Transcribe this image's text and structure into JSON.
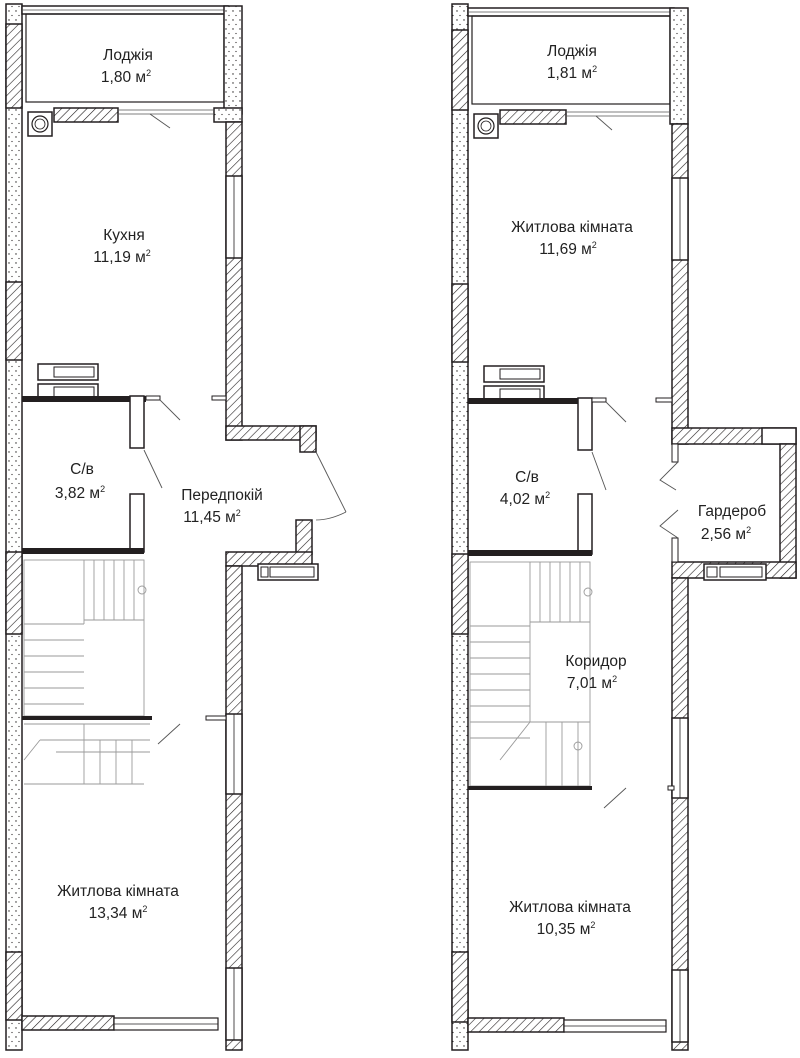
{
  "plan": {
    "colors": {
      "wall": "#231f20",
      "wall_fill": "#ffffff",
      "hatch": "#231f20",
      "thin_line": "#555555",
      "stair_line": "#9a9a9a",
      "text": "#222222"
    },
    "unit_suffix": "м",
    "unit_power": "2",
    "levels": [
      {
        "rooms": [
          {
            "name": "Лоджія",
            "area": "1,80"
          },
          {
            "name": "Кухня",
            "area": "11,19"
          },
          {
            "name": "С/в",
            "area": "3,82"
          },
          {
            "name": "Передпокій",
            "area": "11,45"
          },
          {
            "name": "Житлова кімната",
            "area": "13,34"
          }
        ]
      },
      {
        "rooms": [
          {
            "name": "Лоджія",
            "area": "1,81"
          },
          {
            "name": "Житлова кімната",
            "area": "11,69"
          },
          {
            "name": "С/в",
            "area": "4,02"
          },
          {
            "name": "Гардероб",
            "area": "2,56"
          },
          {
            "name": "Коридор",
            "area": "7,01"
          },
          {
            "name": "Житлова кімната",
            "area": "10,35"
          }
        ]
      }
    ]
  }
}
